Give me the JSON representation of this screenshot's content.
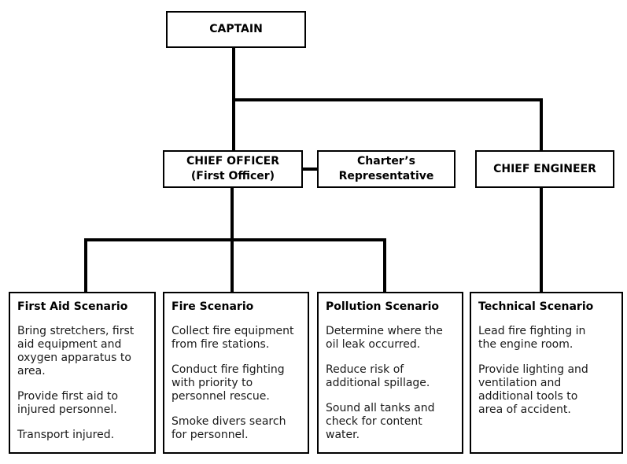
{
  "nodes": {
    "captain": {
      "label": "CAPTAIN"
    },
    "chief_officer": {
      "line1": "CHIEF OFFICER",
      "line2": "(First Officer)"
    },
    "charter": {
      "line1": "Charter’s",
      "line2": "Representative"
    },
    "chief_engineer": {
      "label": "CHIEF ENGINEER"
    }
  },
  "scenarios": [
    {
      "title": "First Aid Scenario",
      "paragraphs": [
        "Bring stretchers, first aid equipment and oxygen apparatus to area.",
        "Provide first aid to injured personnel.",
        "Transport injured."
      ]
    },
    {
      "title": "Fire Scenario",
      "paragraphs": [
        "Collect fire equipment from fire stations.",
        "Conduct fire fighting with priority to personnel rescue.",
        "Smoke divers search for personnel."
      ]
    },
    {
      "title": "Pollution Scenario",
      "paragraphs": [
        "Determine where the oil leak occurred.",
        "Reduce risk of additional spillage.",
        "Sound all tanks and check for content water."
      ]
    },
    {
      "title": "Technical Scenario",
      "paragraphs": [
        "Lead fire fighting in the engine room.",
        "Provide lighting and ventilation and additional tools to area of accident."
      ]
    }
  ],
  "colors": {
    "line": "#000000",
    "border": "#000000",
    "text": "#1a1a1a",
    "background": "#ffffff"
  }
}
